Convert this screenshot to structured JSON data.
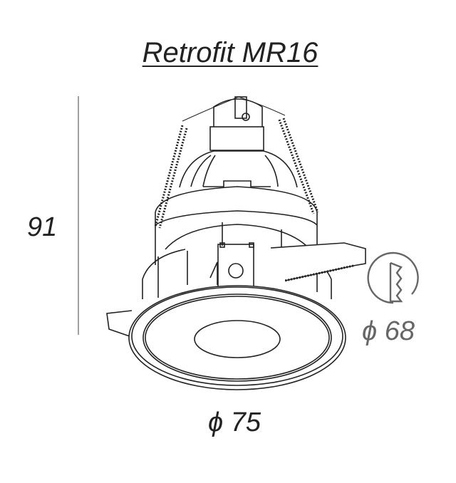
{
  "title": "Retrofit MR16",
  "dimensions": {
    "height": "91",
    "diameter": "ϕ 75",
    "cutout": "ϕ 68"
  },
  "icons": [
    "cutout-saw-icon"
  ],
  "colors": {
    "line": "#222222",
    "secondary": "#666666"
  }
}
